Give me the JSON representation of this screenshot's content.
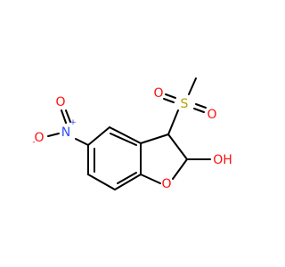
{
  "colors": {
    "bond": "#000000",
    "oxygen": "#ff0d0d",
    "nitrogen": "#3050f8",
    "sulfur": "#b8a000",
    "carbon": "#808080"
  },
  "atoms": {
    "sulfonyl_s": "S",
    "sulfonyl_o_left": "O",
    "sulfonyl_o_right": "O",
    "ring_o": "O",
    "hydroxyl": "OH",
    "nitro_n": "N",
    "nitro_n_charge": "+",
    "nitro_o_top": "O",
    "nitro_o_bottom": "O",
    "nitro_o_bottom_charge": "-"
  }
}
